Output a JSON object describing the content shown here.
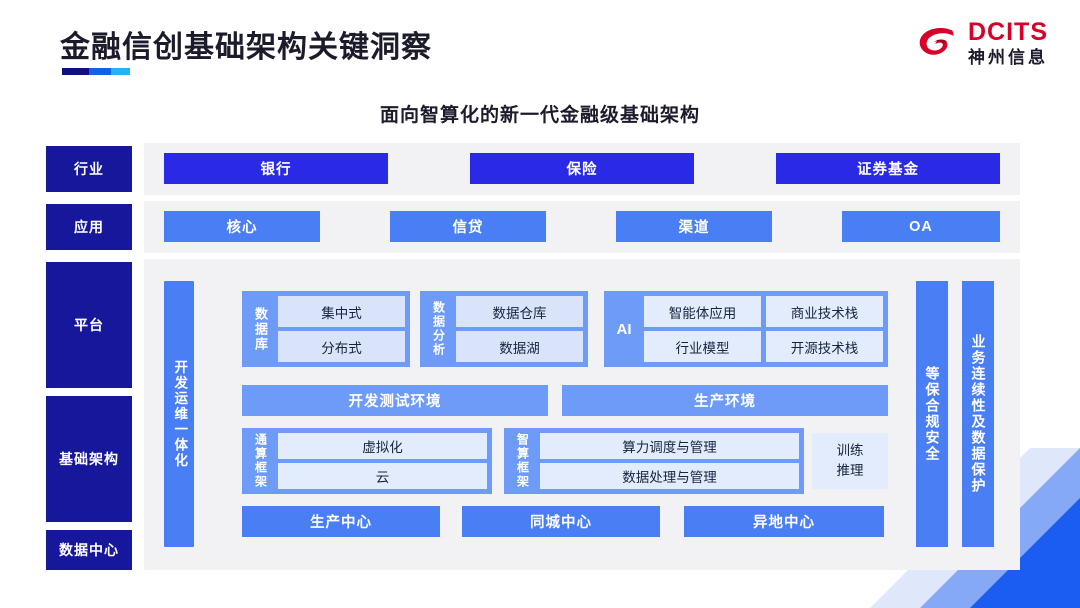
{
  "header": {
    "title": "金融信创基础架构关键洞察",
    "rule_colors": [
      "#10107f",
      "#1560e8",
      "#22b5ef"
    ],
    "logo": {
      "name_en": "DCITS",
      "name_cn": "神州信息",
      "mark": "swirl-logo-icon",
      "mark_color": "#d6002a"
    }
  },
  "subtitle": "面向智算化的新一代金融级基础架构",
  "rail": {
    "labels": [
      {
        "text": "行业"
      },
      {
        "text": "应用"
      },
      {
        "text": "平台"
      },
      {
        "text": "基础架构"
      },
      {
        "text": "数据中心"
      }
    ]
  },
  "industry": {
    "items": [
      {
        "label": "银行"
      },
      {
        "label": "保险"
      },
      {
        "label": "证券基金"
      }
    ]
  },
  "application": {
    "items": [
      {
        "label": "核心"
      },
      {
        "label": "信贷"
      },
      {
        "label": "渠道"
      },
      {
        "label": "OA"
      }
    ]
  },
  "devops": {
    "label": "开发运维一体化"
  },
  "platform": {
    "database": {
      "label": "数据库",
      "cells": [
        "集中式",
        "分布式"
      ]
    },
    "analytics": {
      "label": "数据分析",
      "cells": [
        "数据仓库",
        "数据湖"
      ]
    },
    "ai": {
      "label": "AI",
      "cells_row1": [
        "智能体应用",
        "商业技术栈"
      ],
      "cells_row2": [
        "行业模型",
        "开源技术栈"
      ]
    },
    "environments": [
      {
        "label": "开发测试环境"
      },
      {
        "label": "生产环境"
      }
    ]
  },
  "infrastructure": {
    "general_compute": {
      "label": "通算框架",
      "cells": [
        "虚拟化",
        "云"
      ]
    },
    "intelligent_compute": {
      "label": "智算框架",
      "cells": [
        "算力调度与管理",
        "数据处理与管理"
      ],
      "side_card": {
        "line1": "训练",
        "line2": "推理"
      }
    }
  },
  "datacenter": {
    "items": [
      {
        "label": "生产中心"
      },
      {
        "label": "同城中心"
      },
      {
        "label": "异地中心"
      }
    ]
  },
  "pillars": [
    {
      "label": "等保合规安全"
    },
    {
      "label": "业务连续性及数据保护"
    }
  ],
  "colors": {
    "navy": "#17179c",
    "vivid_blue": "#2a2ae6",
    "blue": "#4a7ef4",
    "blue_mid": "#6e9bf7",
    "pale_blue": "#d9e4fb",
    "panel_bg": "#f2f2f4",
    "brand_red": "#d6002a"
  }
}
